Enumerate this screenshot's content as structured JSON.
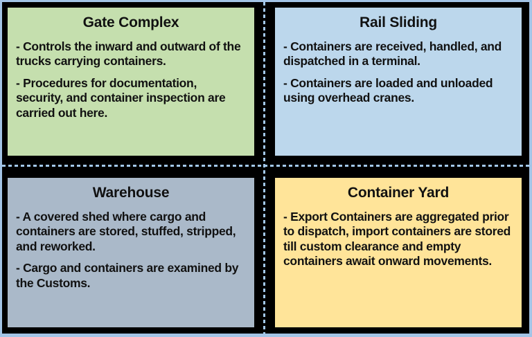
{
  "diagram": {
    "colors": {
      "outer_frame": "#a3c4e6",
      "gutter": "#000000",
      "dashed_divider": "#a3c8ea",
      "text": "#111111"
    },
    "panels": [
      {
        "id": "gate-complex",
        "title": "Gate Complex",
        "bg": "#c5dfae",
        "paragraphs": [
          "- Controls the inward and outward of the trucks carrying containers.",
          "- Procedures for documentation, security, and container inspection are carried out here."
        ]
      },
      {
        "id": "rail-sliding",
        "title": "Rail Sliding",
        "bg": "#bcd7ec",
        "paragraphs": [
          "- Containers are received, handled, and dispatched in a terminal.",
          "- Containers are loaded and unloaded using overhead cranes."
        ]
      },
      {
        "id": "warehouse",
        "title": "Warehouse",
        "bg": "#aab9c9",
        "paragraphs": [
          "- A covered shed where cargo and containers are stored, stuffed, stripped, and reworked.",
          "- Cargo and containers are examined by the Customs."
        ]
      },
      {
        "id": "container-yard",
        "title": "Container Yard",
        "bg": "#ffe499",
        "paragraphs": [
          "- Export Containers are aggregated prior to dispatch, import containers are stored till custom clearance and empty containers await onward movements."
        ]
      }
    ]
  }
}
